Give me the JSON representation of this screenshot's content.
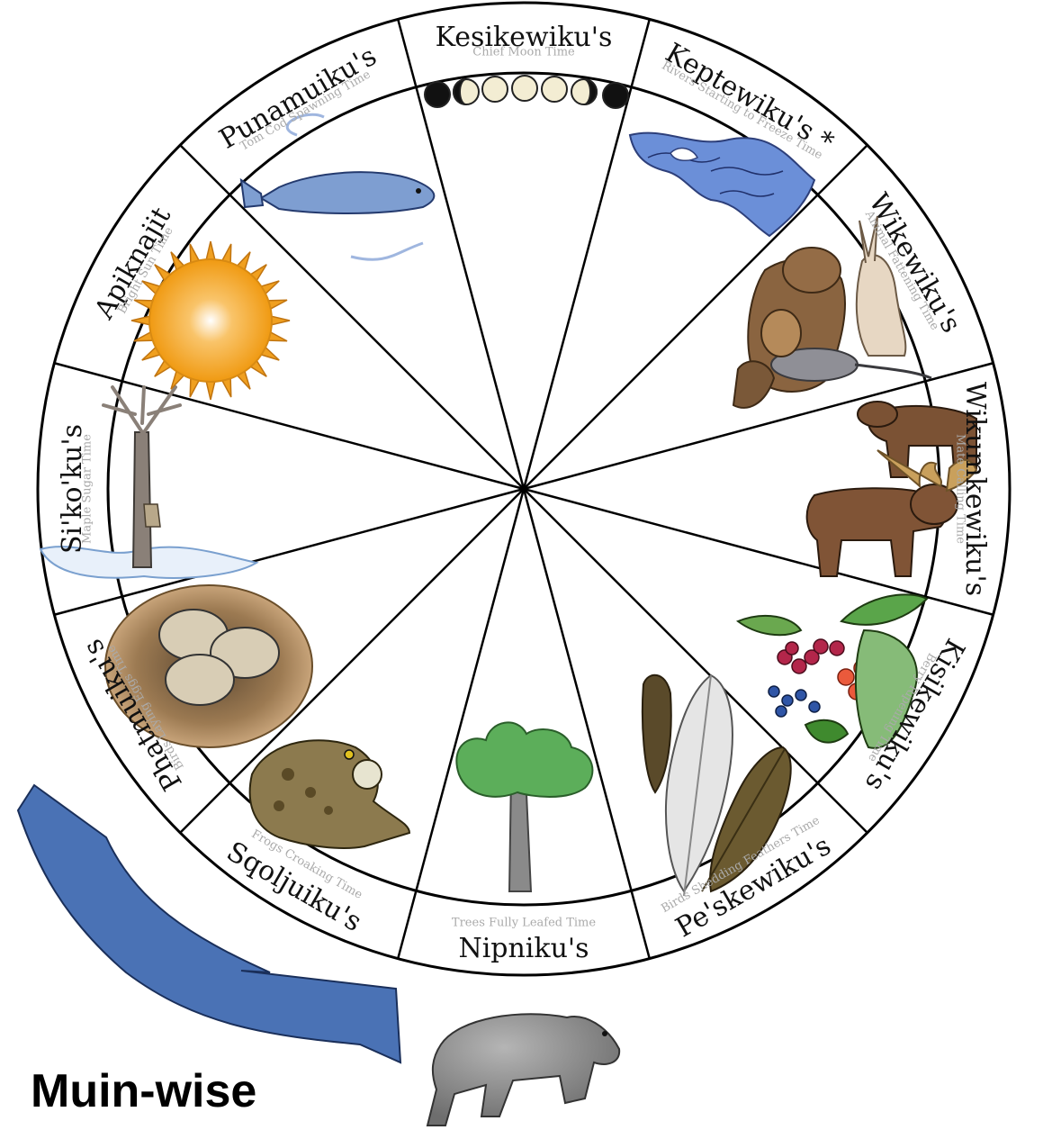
{
  "months": [
    {
      "name": "Kesikewiku's",
      "subtitle": "Chief Moon Time",
      "icon": "moon-phases-icon"
    },
    {
      "name": "Keptewiku's *",
      "subtitle": "Rivers Starting to Freeze Time",
      "icon": "freezing-river-icon"
    },
    {
      "name": "Wikewiku's",
      "subtitle": "Animal Fattening Time",
      "icon": "fattening-animals-icon"
    },
    {
      "name": "Wikumkewiku's",
      "subtitle": "Mate Calling Time",
      "icon": "moose-icon"
    },
    {
      "name": "Kisikewiku's",
      "subtitle": "Berry Ripening Time",
      "icon": "berries-icon"
    },
    {
      "name": "Pe'skewiku's",
      "subtitle": "Birds Shedding Feathers Time",
      "icon": "feathers-icon"
    },
    {
      "name": "Nipniku's",
      "subtitle": "Trees Fully Leafed Time",
      "icon": "leafy-tree-icon"
    },
    {
      "name": "Sqoljuiku's",
      "subtitle": "Frogs Croaking Time",
      "icon": "frog-icon"
    },
    {
      "name": "Phatmuiku's",
      "subtitle": "Birds Laying Eggs Time",
      "icon": "nest-eggs-icon"
    },
    {
      "name": "Si'ko'ku's",
      "subtitle": "Maple Sugar Time",
      "icon": "maple-tree-icon"
    },
    {
      "name": "Apiknajit",
      "subtitle": "Bright Sun Time",
      "icon": "sun-icon"
    },
    {
      "name": "Punamuiku's",
      "subtitle": "Tom Cod Spawning Time",
      "icon": "tomcod-fish-icon"
    }
  ],
  "caption": "Muin-wise",
  "colors": {
    "arrow": "#4a72b5",
    "ring": "#000000",
    "subtitle": "#aaaaaa"
  }
}
